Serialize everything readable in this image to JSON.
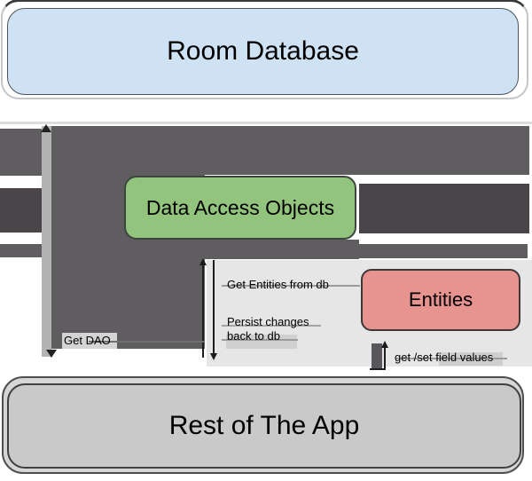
{
  "diagram": {
    "title_hint": "Room database architecture diagram",
    "nodes": {
      "room_database": {
        "label": "Room Database",
        "fill": "#cfe2f3"
      },
      "data_access_objects": {
        "label": "Data Access Objects",
        "fill": "#93c47d"
      },
      "entities": {
        "label": "Entities",
        "fill": "#e7938f"
      },
      "rest_of_app": {
        "label": "Rest of The App",
        "fill": "#c9c9c9"
      }
    },
    "edge_labels": {
      "get_dao": "Get DAO",
      "get_entities_from_db": "Get Entities from db",
      "persist_changes_back_to_db": "Persist changes back to db",
      "get_set_field_values": "get /set field values"
    },
    "colors": {
      "arrow_block_medium": "#605d61",
      "arrow_block_dark": "#4a4549",
      "arrow_track_light": "#b3b3b3",
      "label_panel": "#e6e6e6",
      "background": "#ffffff"
    }
  }
}
